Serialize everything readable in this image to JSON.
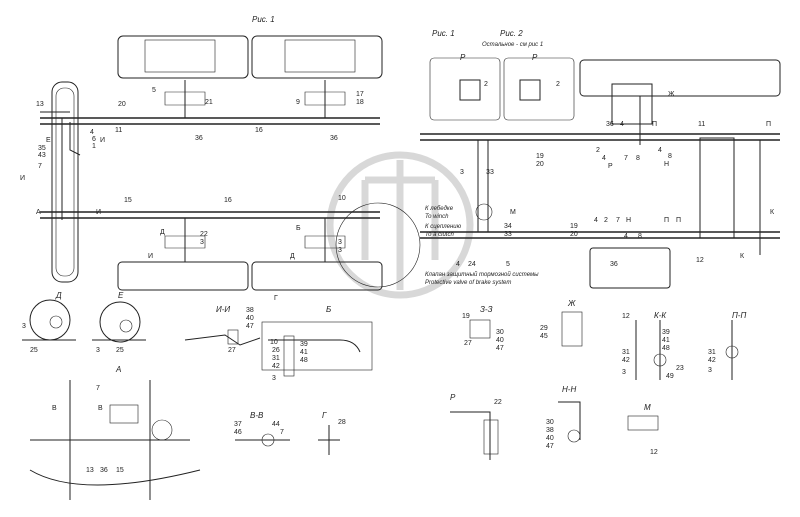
{
  "figure_titles": {
    "fig1_left": "Рис. 1",
    "fig1_right": "Рис. 1",
    "fig2": "Рис. 2",
    "fig2_note": "Остальное - см рис 1"
  },
  "view_names": {
    "d": "Д",
    "e": "Е",
    "ii": "И-И",
    "b": "Б",
    "zz": "З-З",
    "zh": "Ж",
    "kk": "К-К",
    "pp": "П-П",
    "a": "А",
    "vv": "В-В",
    "g": "Г",
    "r1": "Р",
    "r2": "Р",
    "r3": "Р",
    "nn": "Н-Н",
    "m": "М"
  },
  "annotations": {
    "winch_ru": "К лебедке",
    "winch_en": "To winch",
    "clutch_ru": "К сцеплению",
    "clutch_en": "To a clutch",
    "valve_ru": "Клапан защитный тормозной системы",
    "valve_en": "Protective valve of brake system"
  },
  "main_left_numbers": [
    "13",
    "20",
    "11",
    "16",
    "36",
    "36",
    "4",
    "6",
    "1",
    "35",
    "43",
    "7",
    "15",
    "16",
    "3",
    "21",
    "9",
    "17",
    "18",
    "22",
    "3",
    "10",
    "3",
    "5",
    "Е",
    "И",
    "И",
    "А",
    "И",
    "И",
    "Д",
    "Д",
    "Б",
    "Г"
  ],
  "main_right_numbers": [
    "2",
    "2",
    "36",
    "4",
    "11",
    "19",
    "20",
    "2",
    "4",
    "7",
    "8",
    "4",
    "8",
    "3",
    "34",
    "33",
    "5",
    "24",
    "4",
    "19",
    "20",
    "4",
    "2",
    "7",
    "4",
    "8",
    "36",
    "12",
    "М",
    "К",
    "К",
    "Ж",
    "П",
    "П",
    "Н",
    "П",
    "П",
    "Н",
    "Р",
    "3",
    "3"
  ],
  "detail_numbers": {
    "d": [
      "3",
      "25"
    ],
    "e": [
      "3",
      "25"
    ],
    "ii": [
      "38",
      "40",
      "47",
      "27"
    ],
    "b": [
      "10",
      "26",
      "31",
      "42",
      "3",
      "39",
      "41",
      "48"
    ],
    "zz": [
      "19",
      "27",
      "30",
      "40",
      "47"
    ],
    "zh": [
      "29",
      "45"
    ],
    "kk": [
      "12",
      "31",
      "42",
      "3",
      "39",
      "41",
      "48",
      "23",
      "49"
    ],
    "pp": [
      "31",
      "42",
      "3"
    ],
    "a": [
      "7",
      "В",
      "В",
      "13",
      "36",
      "15"
    ],
    "vv": [
      "37",
      "46",
      "44",
      "7"
    ],
    "g": [
      "28"
    ],
    "r": [
      "22"
    ],
    "nn": [
      "30",
      "38",
      "40",
      "47"
    ],
    "m": [
      "12"
    ]
  }
}
